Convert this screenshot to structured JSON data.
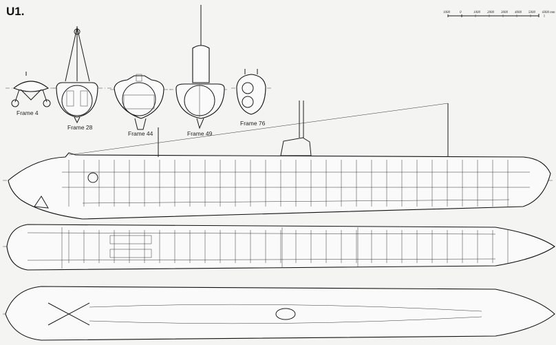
{
  "title": "U1.",
  "frames": [
    {
      "label": "Frame 4"
    },
    {
      "label": "Frame 28"
    },
    {
      "label": "Frame 44"
    },
    {
      "label": "Frame 49"
    },
    {
      "label": "Frame 76"
    }
  ],
  "scale_bar": {
    "ticks": [
      "1000",
      "0",
      "1000",
      "2000",
      "3000",
      "4000",
      "5000",
      "6000 mm"
    ]
  },
  "views": [
    "side-profile",
    "plan-view",
    "underside-view"
  ]
}
